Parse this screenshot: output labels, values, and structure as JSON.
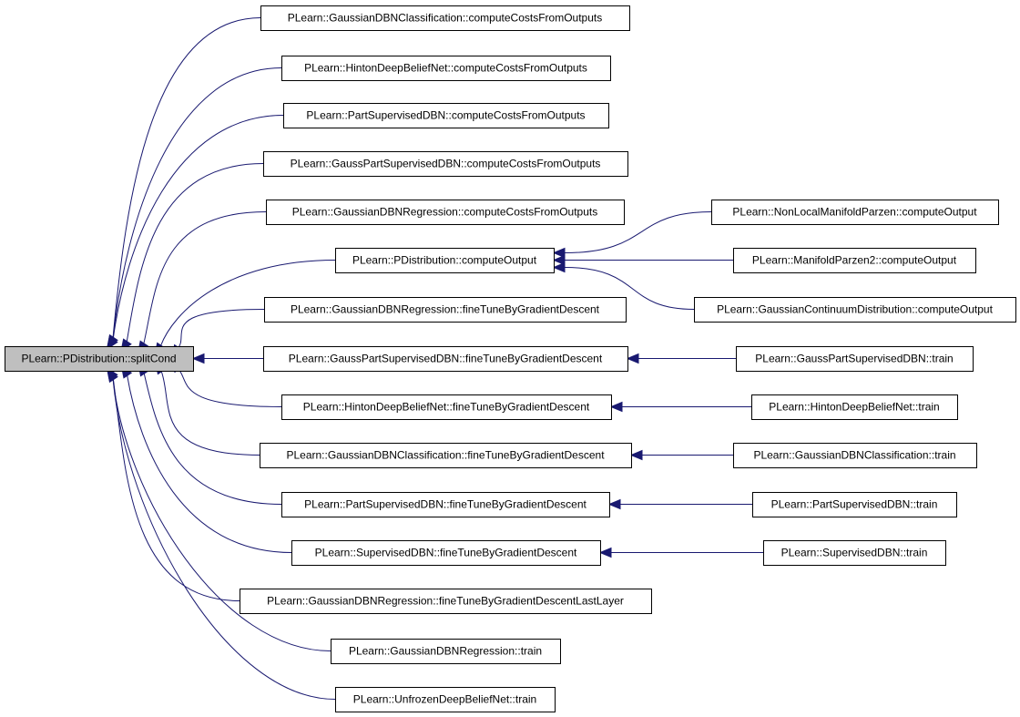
{
  "graph": {
    "edge_color": "#191970",
    "root_fill": "#bfbfbf",
    "node_fill": "#ffffff",
    "root": {
      "id": "n0",
      "label": "PLearn::PDistribution::splitCond"
    },
    "nodes": [
      {
        "id": "n1",
        "label": "PLearn::GaussianDBNClassification::computeCostsFromOutputs"
      },
      {
        "id": "n2",
        "label": "PLearn::HintonDeepBeliefNet::computeCostsFromOutputs"
      },
      {
        "id": "n3",
        "label": "PLearn::PartSupervisedDBN::computeCostsFromOutputs"
      },
      {
        "id": "n4",
        "label": "PLearn::GaussPartSupervisedDBN::computeCostsFromOutputs"
      },
      {
        "id": "n5",
        "label": "PLearn::GaussianDBNRegression::computeCostsFromOutputs"
      },
      {
        "id": "n6",
        "label": "PLearn::PDistribution::computeOutput"
      },
      {
        "id": "n7",
        "label": "PLearn::GaussianDBNRegression::fineTuneByGradientDescent"
      },
      {
        "id": "n8",
        "label": "PLearn::GaussPartSupervisedDBN::fineTuneByGradientDescent"
      },
      {
        "id": "n9",
        "label": "PLearn::HintonDeepBeliefNet::fineTuneByGradientDescent"
      },
      {
        "id": "n10",
        "label": "PLearn::GaussianDBNClassification::fineTuneByGradientDescent"
      },
      {
        "id": "n11",
        "label": "PLearn::PartSupervisedDBN::fineTuneByGradientDescent"
      },
      {
        "id": "n12",
        "label": "PLearn::SupervisedDBN::fineTuneByGradientDescent"
      },
      {
        "id": "n13",
        "label": "PLearn::GaussianDBNRegression::fineTuneByGradientDescentLastLayer"
      },
      {
        "id": "n14",
        "label": "PLearn::GaussianDBNRegression::train"
      },
      {
        "id": "n15",
        "label": "PLearn::UnfrozenDeepBeliefNet::train"
      },
      {
        "id": "n16",
        "label": "PLearn::NonLocalManifoldParzen::computeOutput"
      },
      {
        "id": "n17",
        "label": "PLearn::ManifoldParzen2::computeOutput"
      },
      {
        "id": "n18",
        "label": "PLearn::GaussianContinuumDistribution::computeOutput"
      },
      {
        "id": "n19",
        "label": "PLearn::GaussPartSupervisedDBN::train"
      },
      {
        "id": "n20",
        "label": "PLearn::HintonDeepBeliefNet::train"
      },
      {
        "id": "n21",
        "label": "PLearn::GaussianDBNClassification::train"
      },
      {
        "id": "n22",
        "label": "PLearn::PartSupervisedDBN::train"
      },
      {
        "id": "n23",
        "label": "PLearn::SupervisedDBN::train"
      }
    ],
    "edges": [
      {
        "from": "n1",
        "to": "n0"
      },
      {
        "from": "n2",
        "to": "n0"
      },
      {
        "from": "n3",
        "to": "n0"
      },
      {
        "from": "n4",
        "to": "n0"
      },
      {
        "from": "n5",
        "to": "n0"
      },
      {
        "from": "n6",
        "to": "n0"
      },
      {
        "from": "n7",
        "to": "n0"
      },
      {
        "from": "n8",
        "to": "n0"
      },
      {
        "from": "n9",
        "to": "n0"
      },
      {
        "from": "n10",
        "to": "n0"
      },
      {
        "from": "n11",
        "to": "n0"
      },
      {
        "from": "n12",
        "to": "n0"
      },
      {
        "from": "n13",
        "to": "n0"
      },
      {
        "from": "n14",
        "to": "n0"
      },
      {
        "from": "n15",
        "to": "n0"
      },
      {
        "from": "n16",
        "to": "n6"
      },
      {
        "from": "n17",
        "to": "n6"
      },
      {
        "from": "n18",
        "to": "n6"
      },
      {
        "from": "n19",
        "to": "n8"
      },
      {
        "from": "n20",
        "to": "n9"
      },
      {
        "from": "n21",
        "to": "n10"
      },
      {
        "from": "n22",
        "to": "n11"
      },
      {
        "from": "n23",
        "to": "n12"
      }
    ]
  }
}
